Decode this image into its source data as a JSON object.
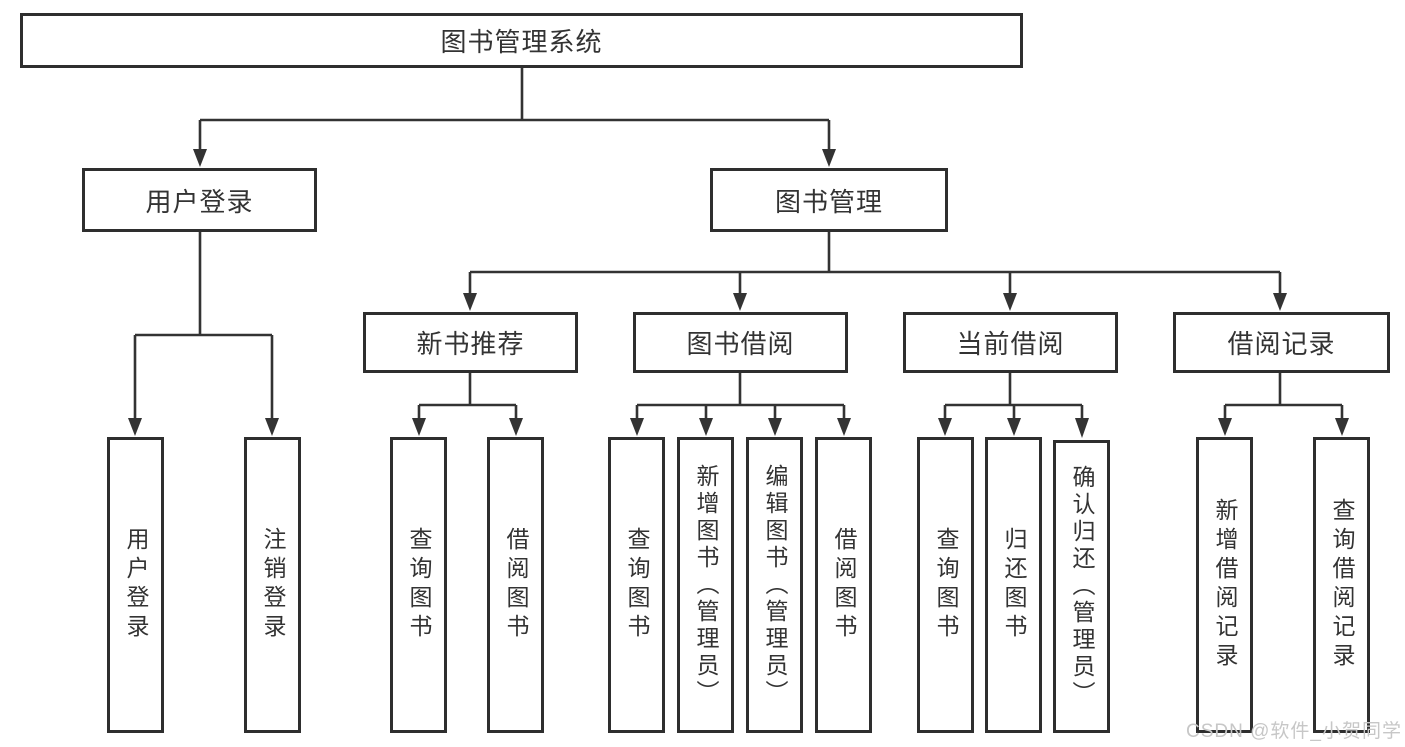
{
  "diagram": {
    "root": {
      "label": "图书管理系统"
    },
    "branches": [
      {
        "label": "用户登录",
        "children": [
          {
            "label": "用户登录"
          },
          {
            "label": "注销登录"
          }
        ]
      },
      {
        "label": "图书管理",
        "groups": [
          {
            "label": "新书推荐",
            "children": [
              {
                "label": "查询图书"
              },
              {
                "label": "借阅图书"
              }
            ]
          },
          {
            "label": "图书借阅",
            "children": [
              {
                "label": "查询图书"
              },
              {
                "label": "新增图书（管理员）"
              },
              {
                "label": "编辑图书（管理员）"
              },
              {
                "label": "借阅图书"
              }
            ]
          },
          {
            "label": "当前借阅",
            "children": [
              {
                "label": "查询图书"
              },
              {
                "label": "归还图书"
              },
              {
                "label": "确认归还（管理员）"
              }
            ]
          },
          {
            "label": "借阅记录",
            "children": [
              {
                "label": "新增借阅记录"
              },
              {
                "label": "查询借阅记录"
              }
            ]
          }
        ]
      }
    ]
  },
  "watermark": "CSDN @软件_小贺同学",
  "colors": {
    "line": "#333333",
    "box_border": "#2e2e2e",
    "text": "#333333",
    "background": "#ffffff",
    "watermark": "#c7c7c7"
  }
}
